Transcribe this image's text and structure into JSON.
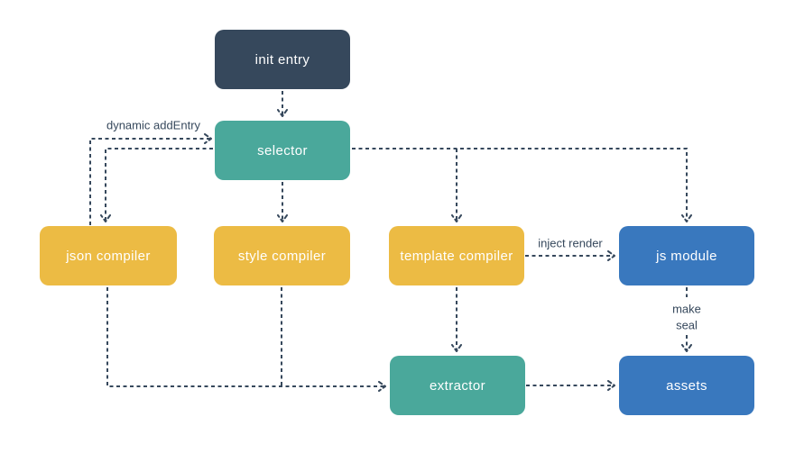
{
  "diagram": {
    "title_hint": "build pipeline flowchart",
    "background_color": "#ffffff",
    "connector_color": "#36485C",
    "connector_style": "dashed",
    "nodes": [
      {
        "id": "init-entry",
        "label": "init entry",
        "color": "#36485C",
        "text_color": "#ffffff"
      },
      {
        "id": "selector",
        "label": "selector",
        "color": "#4AA89B",
        "text_color": "#ffffff"
      },
      {
        "id": "json-compiler",
        "label": "json compiler",
        "color": "#ECBB44",
        "text_color": "#ffffff"
      },
      {
        "id": "style-compiler",
        "label": "style compiler",
        "color": "#ECBB44",
        "text_color": "#ffffff"
      },
      {
        "id": "template-compiler",
        "label": "template compiler",
        "color": "#ECBB44",
        "text_color": "#ffffff"
      },
      {
        "id": "js-module",
        "label": "js module",
        "color": "#3978BE",
        "text_color": "#ffffff"
      },
      {
        "id": "extractor",
        "label": "extractor",
        "color": "#4AA89B",
        "text_color": "#ffffff"
      },
      {
        "id": "assets",
        "label": "assets",
        "color": "#3978BE",
        "text_color": "#ffffff"
      }
    ],
    "edge_labels": {
      "dynamic_add_entry": "dynamic addEntry",
      "inject_render": "inject render",
      "make_seal": [
        "make",
        "seal"
      ]
    },
    "edges": [
      {
        "from": "init entry",
        "to": "selector"
      },
      {
        "from": "selector",
        "to": "style compiler"
      },
      {
        "from": "selector",
        "to": "json compiler"
      },
      {
        "from": "json compiler",
        "to": "selector",
        "label": "dynamic addEntry"
      },
      {
        "from": "selector",
        "to": "template compiler"
      },
      {
        "from": "selector",
        "to": "js module"
      },
      {
        "from": "json compiler",
        "to": "extractor"
      },
      {
        "from": "style compiler",
        "to": "extractor"
      },
      {
        "from": "template compiler",
        "to": "extractor"
      },
      {
        "from": "template compiler",
        "to": "js module",
        "label": "inject render"
      },
      {
        "from": "js module",
        "to": "assets",
        "label": "make seal"
      },
      {
        "from": "extractor",
        "to": "assets"
      }
    ]
  }
}
